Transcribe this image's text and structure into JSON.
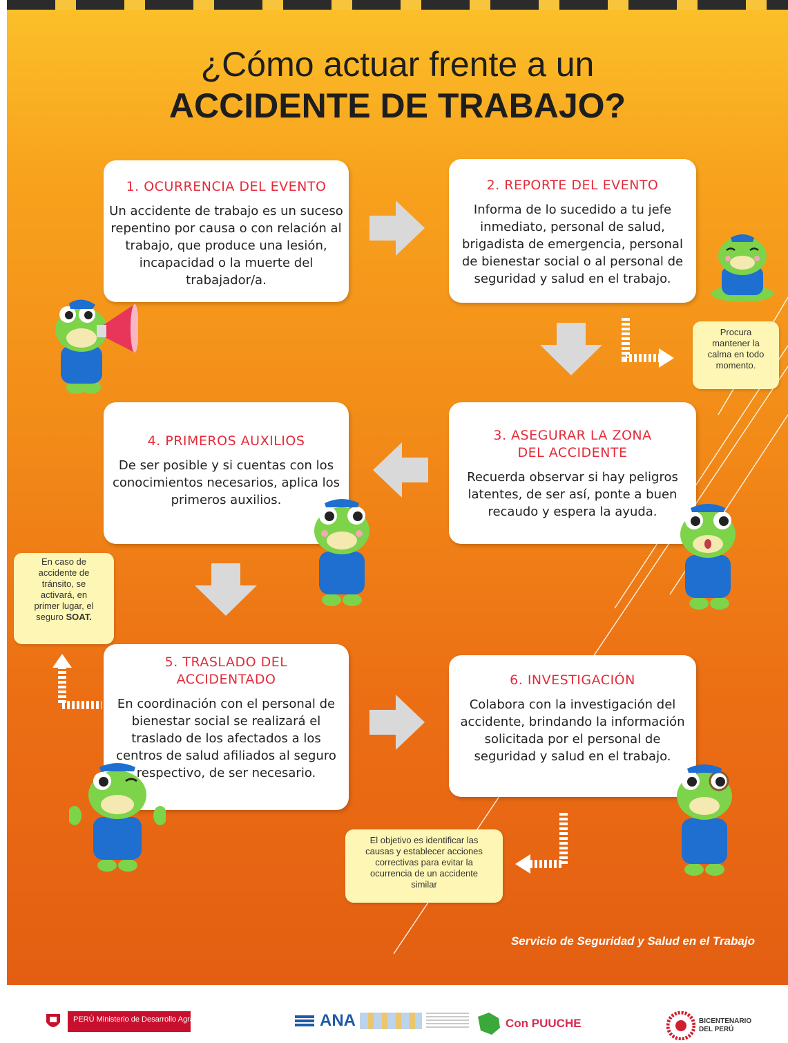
{
  "title": {
    "line1": "¿Cómo actuar frente a un",
    "line2": "ACCIDENTE DE TRABAJO?"
  },
  "steps": [
    {
      "heading": "1. OCURRENCIA DEL EVENTO",
      "text": "Un accidente de trabajo es un suceso repentino por causa o con relación al trabajo, que produce una lesión, incapacidad o la muerte del trabajador/a."
    },
    {
      "heading": "2. REPORTE DEL EVENTO",
      "text": "Informa de lo sucedido a tu jefe inmediato, personal de salud, brigadista de emergencia, personal de bienestar social o al personal de seguridad y salud en el trabajo."
    },
    {
      "heading": "3. ASEGURAR LA ZONA DEL ACCIDENTE",
      "text": "Recuerda observar si hay peligros latentes, de ser así, ponte a buen recaudo y espera la ayuda."
    },
    {
      "heading": "4. PRIMEROS AUXILIOS",
      "text": "De ser posible y si cuentas con los conocimientos necesarios, aplica los primeros auxilios."
    },
    {
      "heading": "5. TRASLADO DEL ACCIDENTADO",
      "text": "En coordinación con el personal de bienestar social se realizará el traslado de los afectados a los centros de salud afiliados al seguro respectivo, de ser necesario."
    },
    {
      "heading": "6. INVESTIGACIÓN",
      "text": "Colabora con la investigación del accidente, brindando la información solicitada por el personal de seguridad y salud en el trabajo."
    }
  ],
  "notes": {
    "calm": "Procura mantener la calma en todo momento.",
    "soat_prefix": "En caso de accidente de tránsito, se activará, en primer lugar, el seguro",
    "soat_bold": "SOAT.",
    "objective": "El objetivo es identificar las causas y establecer acciones correctivas para evitar la ocurrencia de un accidente similar"
  },
  "footer": "Servicio de Seguridad y Salud en el Trabajo",
  "logos": {
    "ministerio": "PERÚ Ministerio de Desarrollo Agrario",
    "ana": "ANA",
    "puuche": "Con PUUCHE",
    "bicentenario": "BICENTENARIO DEL PERÚ"
  },
  "colors": {
    "heading_red": "#e52a3a",
    "frog_green": "#7dd34a",
    "vest_blue": "#1e6fd0",
    "note_yellow": "#fdf6b4",
    "arrow_gray": "#d9d9d9"
  }
}
